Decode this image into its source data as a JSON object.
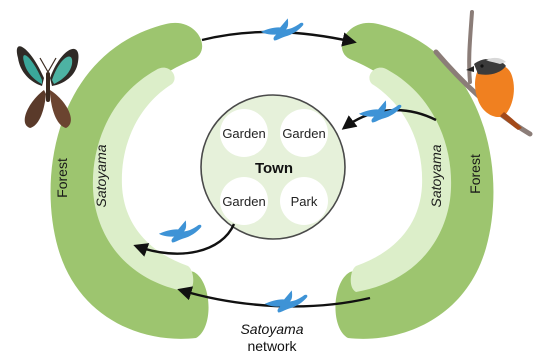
{
  "diagram": {
    "left_ring": {
      "outer_label": "Forest",
      "inner_label": "Satoyama"
    },
    "right_ring": {
      "outer_label": "Forest",
      "inner_label": "Satoyama"
    },
    "town": {
      "title": "Town",
      "patches": [
        "Garden",
        "Garden",
        "Garden",
        "Park"
      ]
    },
    "caption": {
      "line1": "Satoyama",
      "line2": "network"
    },
    "colors": {
      "forest": "#9dc56f",
      "satoyama": "#dceec9",
      "town_fill": "#e6f1da",
      "town_stroke": "#4a4a4a",
      "patch_fill": "#ffffff",
      "bird": "#3e93d6",
      "arrow": "#111111"
    }
  }
}
